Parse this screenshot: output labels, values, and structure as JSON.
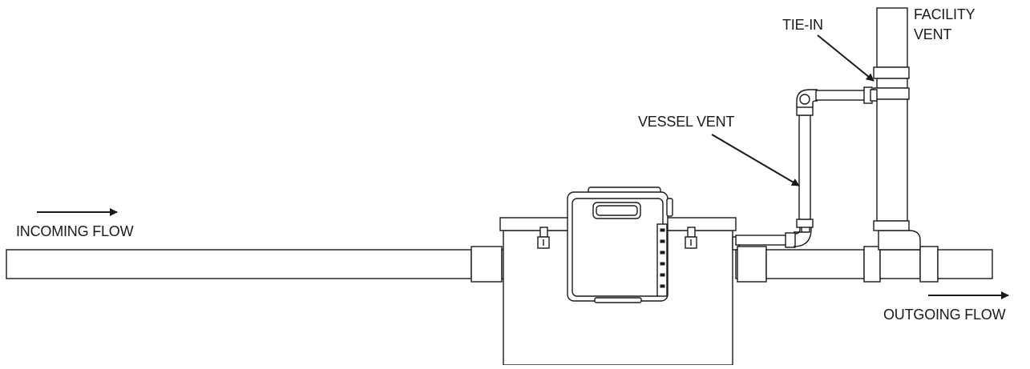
{
  "labels": {
    "incoming_flow": "INCOMING FLOW",
    "outgoing_flow": "OUTGOING FLOW",
    "vessel_vent": "VESSEL VENT",
    "tie_in": "TIE-IN",
    "facility_vent_line1": "FACILITY",
    "facility_vent_line2": "VENT"
  },
  "colors": {
    "line": "#1a1a1a",
    "background": "#ffffff"
  }
}
